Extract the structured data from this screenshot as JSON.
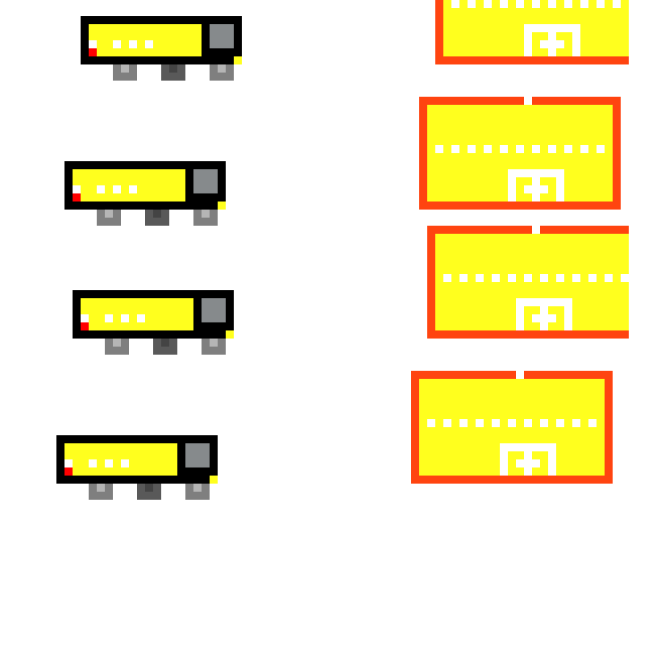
{
  "palette": {
    "background": "#ffffff",
    "outline": "#000000",
    "body": "#ffff1e",
    "window": "#ffffff",
    "tail_light": "#ff0000",
    "cab": "#868a8c",
    "wheel_light": "#7f7f7f",
    "wheel_dark": "#595959",
    "hub_light": "#b5b5b5",
    "hub_dark": "#444444",
    "building_wall": "#ff4410",
    "building_fill": "#ffff1e",
    "building_trim": "#ffffff"
  },
  "icons": {
    "vehicle": "bus-sprite",
    "building": "depot-sprite",
    "cross_door": "cross-door-icon"
  },
  "scene": {
    "vehicle_count": 4,
    "building_count": 4
  }
}
